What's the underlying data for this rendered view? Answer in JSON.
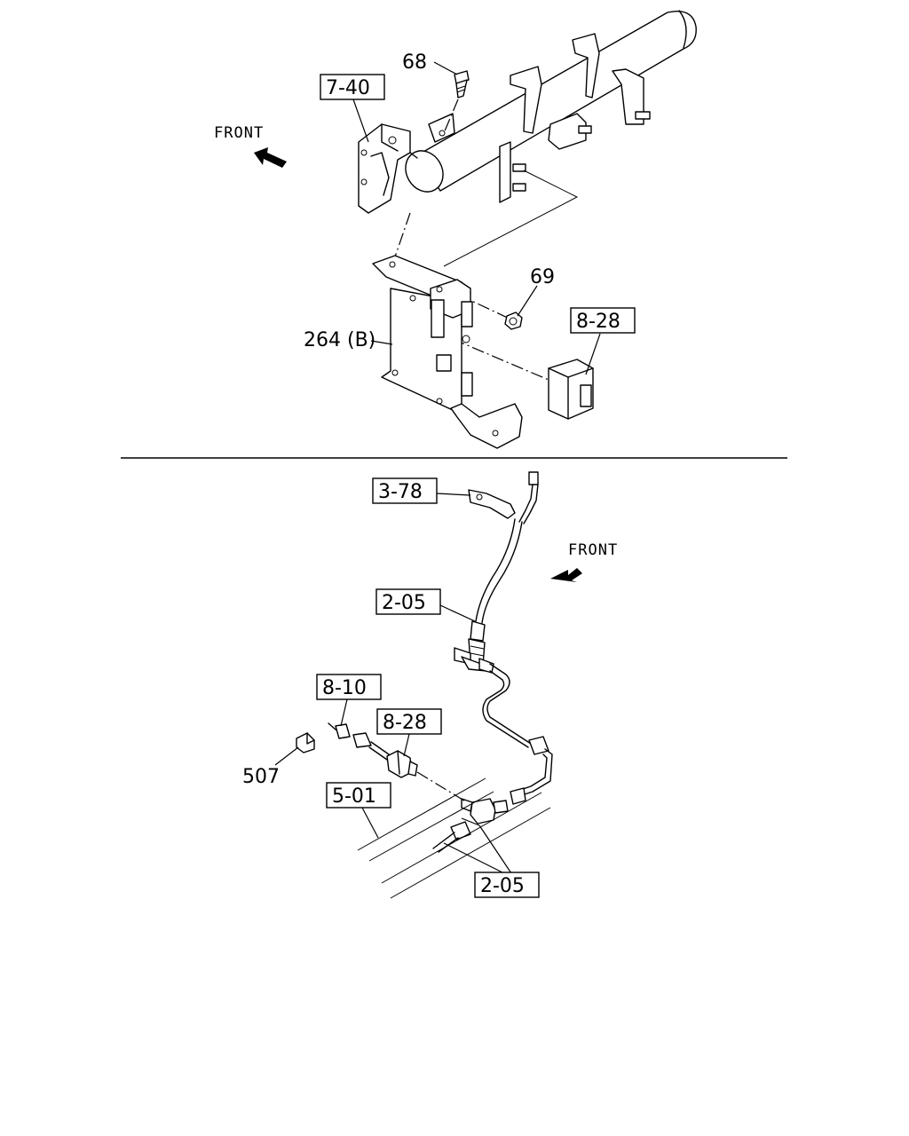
{
  "diagram": {
    "top_section": {
      "front_label": "FRONT",
      "callouts": [
        {
          "id": "c68",
          "text": "68",
          "boxed": false
        },
        {
          "id": "c740",
          "text": "7-40",
          "boxed": true
        },
        {
          "id": "c69",
          "text": "69",
          "boxed": false
        },
        {
          "id": "c828a",
          "text": "8-28",
          "boxed": true
        },
        {
          "id": "c264",
          "text": "264 (B)",
          "boxed": false
        }
      ]
    },
    "bottom_section": {
      "front_label": "FRONT",
      "callouts": [
        {
          "id": "c378",
          "text": "3-78",
          "boxed": true
        },
        {
          "id": "c205a",
          "text": "2-05",
          "boxed": true
        },
        {
          "id": "c810",
          "text": "8-10",
          "boxed": true
        },
        {
          "id": "c828b",
          "text": "8-28",
          "boxed": true
        },
        {
          "id": "c507",
          "text": "507",
          "boxed": false
        },
        {
          "id": "c501",
          "text": "5-01",
          "boxed": true
        },
        {
          "id": "c205b",
          "text": "2-05",
          "boxed": true
        }
      ]
    }
  }
}
